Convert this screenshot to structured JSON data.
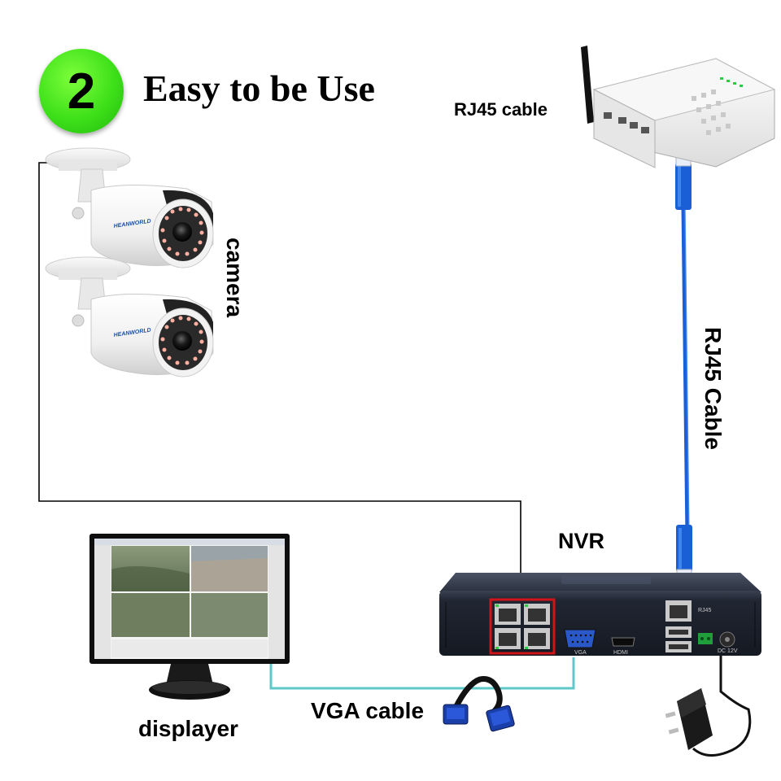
{
  "step": {
    "number": "2"
  },
  "title": "Easy to be Use",
  "labels": {
    "rj45_cable_top": "RJ45 cable",
    "camera": "camera",
    "rj45_cable_side": "RJ45 Cable",
    "nvr": "NVR",
    "vga_cable": "VGA cable",
    "displayer": "displayer"
  },
  "nvr_ports": {
    "vga": "VGA",
    "hdmi": "HDMI",
    "rj45": "RJ45",
    "dc": "DC 12V"
  },
  "camera_brand": "HEANWORLD",
  "colors": {
    "badge_green": "#3ee01a",
    "rj45_cable_blue": "#1a5fd6",
    "vga_cable_cyan": "#5ec8c8",
    "poe_port_highlight": "#d0141a",
    "camera_wire": "#000000",
    "nvr_body": "#1c2230"
  },
  "icons": [
    "router-icon",
    "camera-icon",
    "nvr-icon",
    "monitor-icon",
    "vga-connector-icon",
    "power-adapter-icon"
  ]
}
